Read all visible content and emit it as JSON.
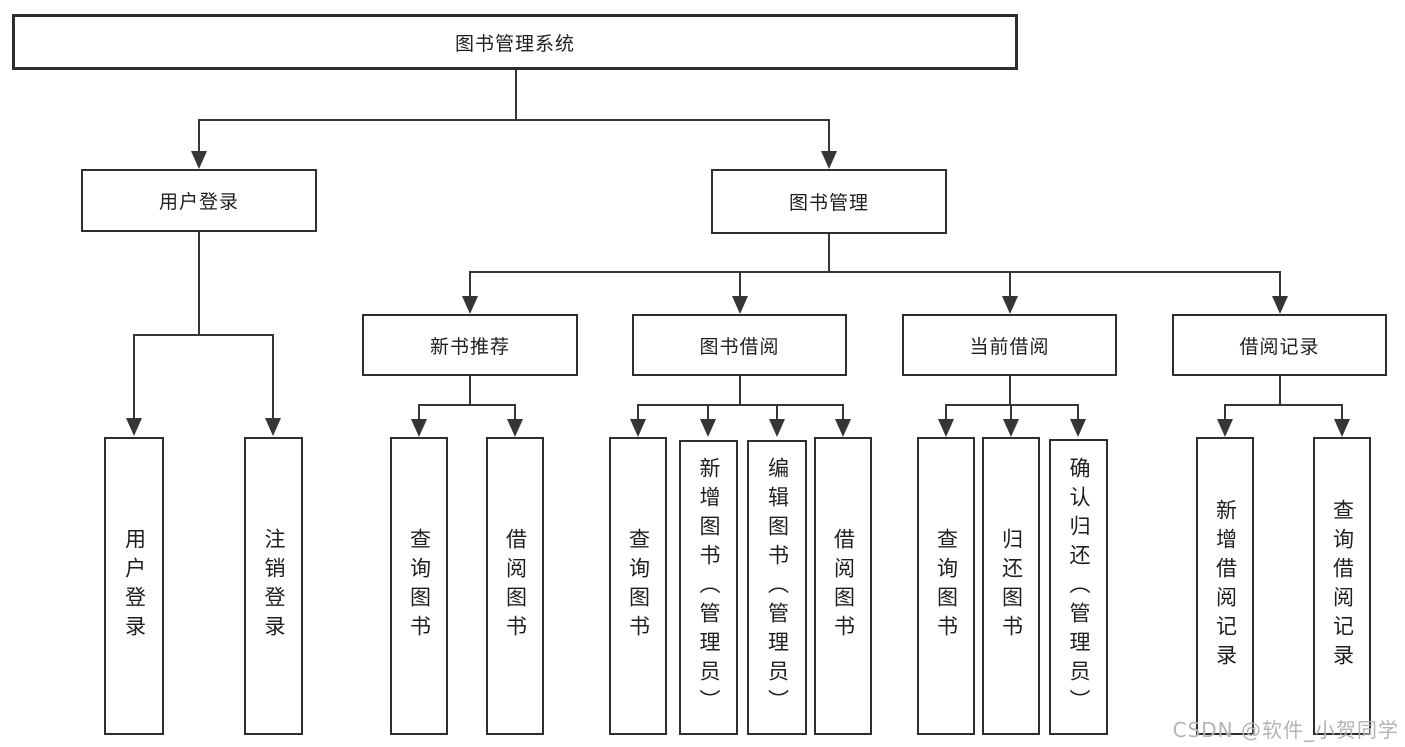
{
  "title": "图书管理系统",
  "tree": {
    "root": {
      "label": "图书管理系统"
    },
    "branches": [
      {
        "label": "用户登录",
        "children": [
          {
            "label": "用户登录"
          },
          {
            "label": "注销登录"
          }
        ]
      },
      {
        "label": "图书管理",
        "children": [
          {
            "label": "新书推荐",
            "children": [
              {
                "label": "查询图书"
              },
              {
                "label": "借阅图书"
              }
            ]
          },
          {
            "label": "图书借阅",
            "children": [
              {
                "label": "查询图书"
              },
              {
                "label": "新增图书（管理员）"
              },
              {
                "label": "编辑图书（管理员）"
              },
              {
                "label": "借阅图书"
              }
            ]
          },
          {
            "label": "当前借阅",
            "children": [
              {
                "label": "查询图书"
              },
              {
                "label": "归还图书"
              },
              {
                "label": "确认归还（管理员）"
              }
            ]
          },
          {
            "label": "借阅记录",
            "children": [
              {
                "label": "新增借阅记录"
              },
              {
                "label": "查询借阅记录"
              }
            ]
          }
        ]
      }
    ]
  },
  "watermark": "CSDN @软件_小贺同学",
  "colors": {
    "line": "#363636",
    "border": "#2e2e2e",
    "text": "#1f1f1f",
    "watermark": "#b3b3b3",
    "background": "#ffffff"
  }
}
